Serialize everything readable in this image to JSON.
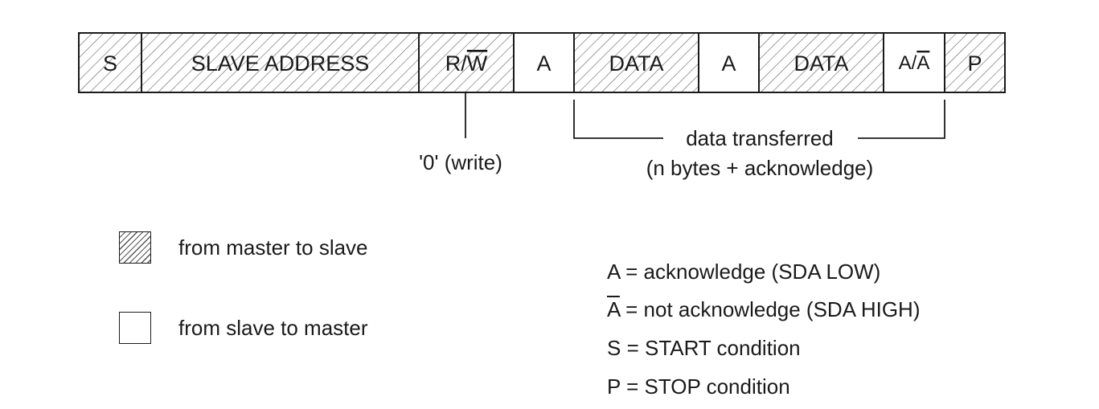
{
  "frame": {
    "fields": [
      {
        "label": "S",
        "direction": "master-to-slave"
      },
      {
        "label": "SLAVE ADDRESS",
        "direction": "master-to-slave"
      },
      {
        "label": "R/",
        "overline_suffix": "W",
        "direction": "master-to-slave"
      },
      {
        "label": "A",
        "direction": "slave-to-master"
      },
      {
        "label": "DATA",
        "direction": "master-to-slave"
      },
      {
        "label": "A",
        "direction": "slave-to-master"
      },
      {
        "label": "DATA",
        "direction": "master-to-slave"
      },
      {
        "label": "A/",
        "overline_suffix": "A",
        "direction": "slave-to-master"
      },
      {
        "label": "P",
        "direction": "master-to-slave"
      }
    ]
  },
  "annotations": {
    "write_bit": "'0' (write)",
    "data_transferred_line1": "data transferred",
    "data_transferred_line2": "(n bytes + acknowledge)"
  },
  "legend": {
    "master_to_slave": "from master to slave",
    "slave_to_master": "from slave to master"
  },
  "key": {
    "ack_symbol": "A",
    "ack_text": " = acknowledge (SDA LOW)",
    "nack_symbol": "A",
    "nack_text": " = not acknowledge (SDA HIGH)",
    "start": "S = START condition",
    "stop": "P = STOP condition"
  },
  "colors": {
    "line": "#1a1a1a",
    "hatch": "#555555",
    "background": "#ffffff"
  }
}
